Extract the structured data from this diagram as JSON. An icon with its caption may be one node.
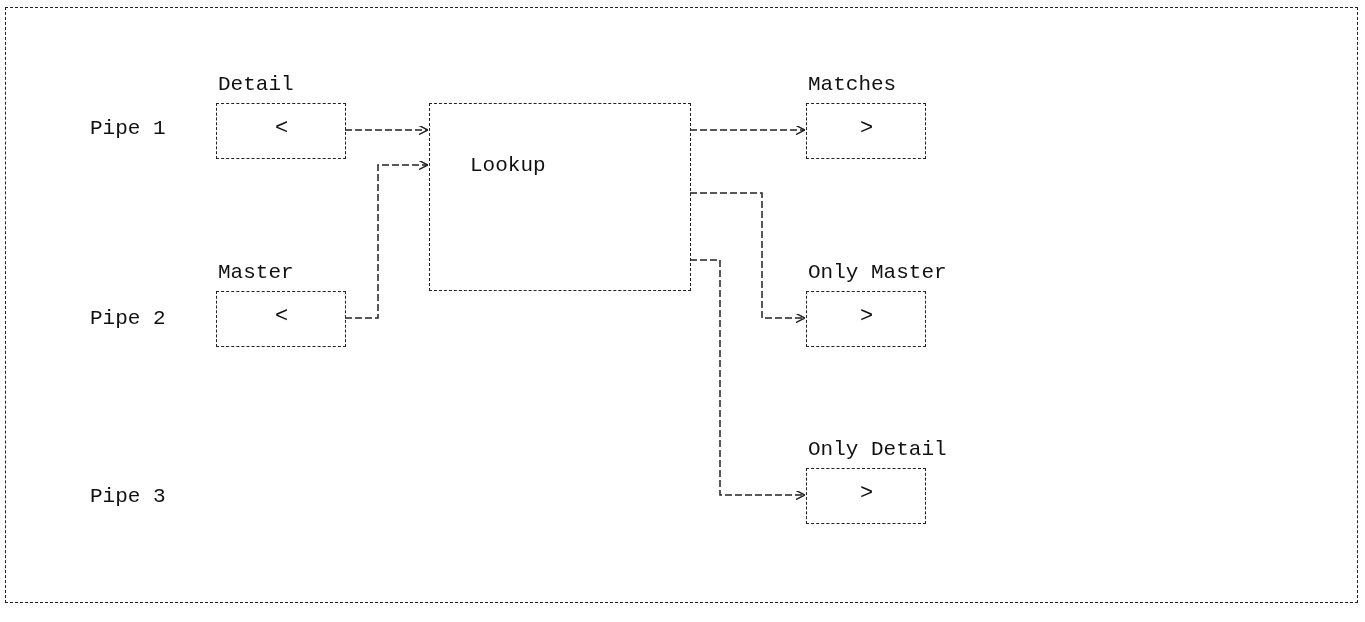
{
  "diagram": {
    "nodes": [
      {
        "text": [],
        "shape": "box"
      },
      {
        "text": [
          "Detail",
          "<"
        ],
        "in": 0
      },
      {
        "text": [
          "Master",
          "<"
        ],
        "in": 0
      },
      {
        "text": [
          "Lookup"
        ],
        "in": 0
      },
      {
        "text": [
          "Matches",
          ">"
        ],
        "in": 0
      },
      {
        "text": [
          "Only Master",
          ">"
        ],
        "in": 0
      },
      {
        "text": [
          "Only Detail",
          ">"
        ],
        "in": 0
      }
    ],
    "edges": [
      {
        "from": 1,
        "to": 3,
        "arrow": "to"
      },
      {
        "from": 2,
        "to": 3,
        "arrow": "to"
      },
      {
        "from": 3,
        "to": 4,
        "arrow": "to"
      },
      {
        "from": 3,
        "to": 5,
        "arrow": "to"
      },
      {
        "from": 3,
        "to": 6,
        "arrow": "to"
      }
    ],
    "labels": [
      "Pipe 1",
      "Pipe 2",
      "Pipe 3"
    ]
  }
}
